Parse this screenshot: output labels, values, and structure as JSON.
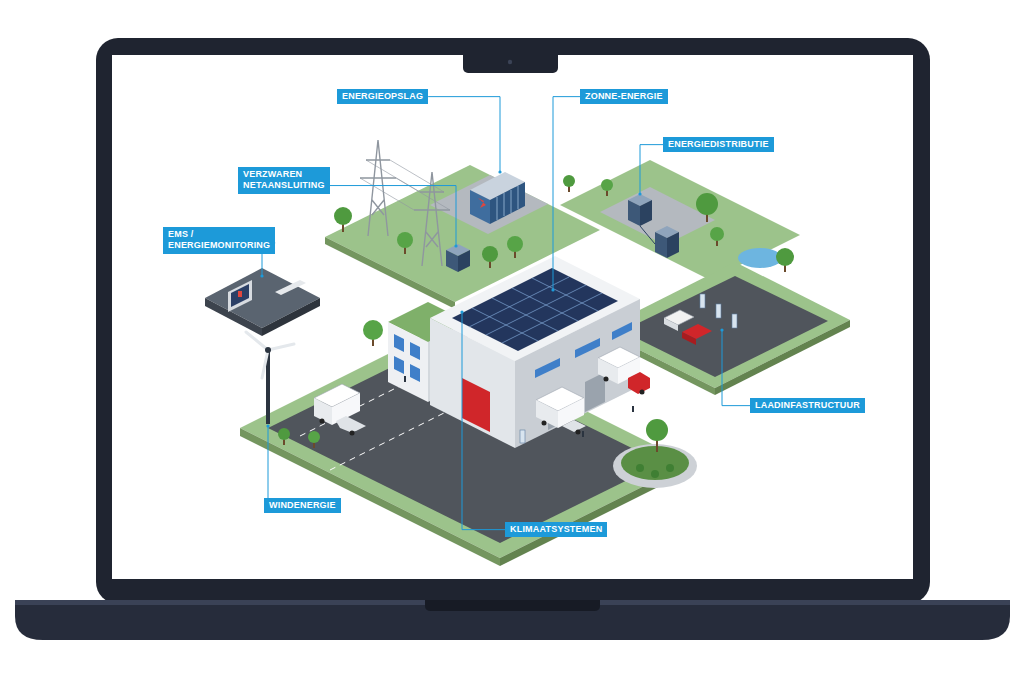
{
  "diagram": {
    "nodes": [
      {
        "text": [
          "ENERGIEOPSLAG"
        ]
      },
      {
        "text": [
          "ZONNE-ENERGIE"
        ]
      },
      {
        "text": [
          "ENERGIEDISTRIBUTIE"
        ]
      },
      {
        "text": [
          "VERZWAREN NETAANSLUITING"
        ]
      },
      {
        "text": [
          "EMS / ENERGIEMONITORING"
        ]
      },
      {
        "text": [
          "LAADINFASTRUCTUUR"
        ]
      },
      {
        "text": [
          "WINDENERGIE"
        ]
      },
      {
        "text": [
          "KLIMAATSYSTEMEN"
        ]
      }
    ]
  }
}
